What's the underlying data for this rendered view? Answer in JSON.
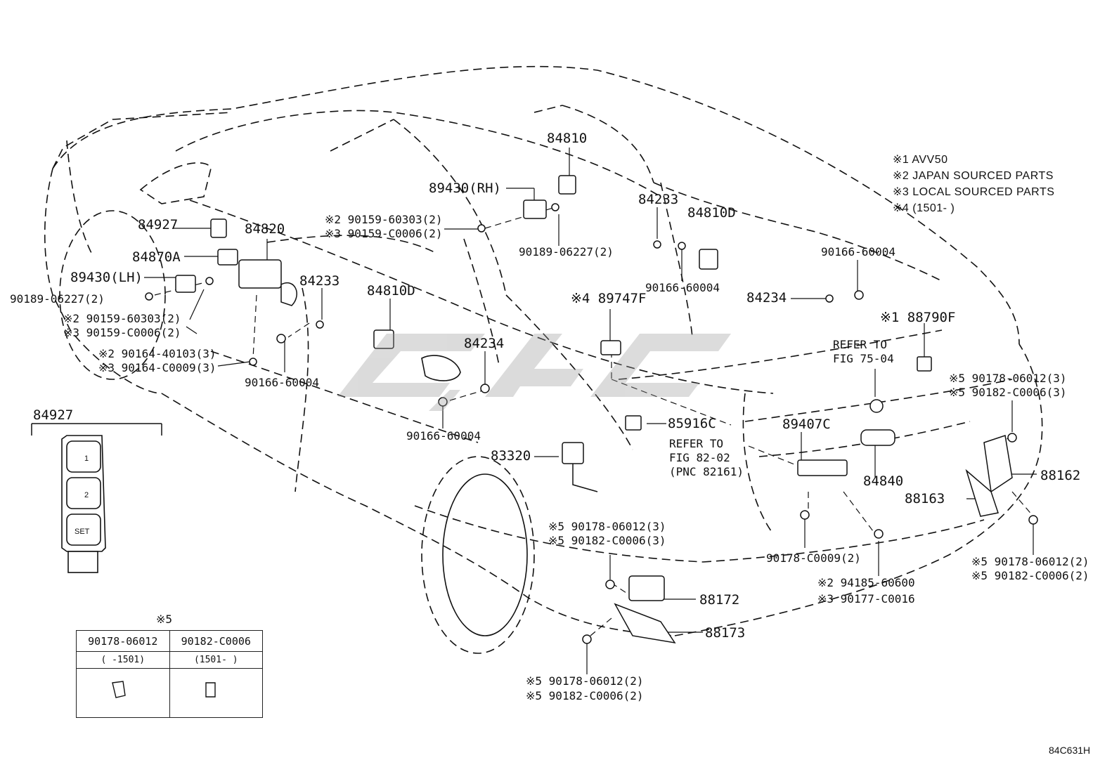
{
  "diagram_code": "84C631H",
  "notes": [
    "※1 AVV50",
    "※2 JAPAN SOURCED PARTS",
    "※3 LOCAL SOURCED PARTS",
    "※4 (1501-        )"
  ],
  "callouts": {
    "p84810": "84810",
    "p89430rh": "89430(RH)",
    "p84233a": "84233",
    "p84810d_r": "84810D",
    "p90159_60303_a": "※2 90159-60303(2)",
    "p90159_c0006_a": "※3 90159-C0006(2)",
    "p90189_06227_r": "90189-06227(2)",
    "p90166_60004_a": "90166-60004",
    "p90166_60004_b": "90166-60004",
    "p84234_r": "84234",
    "p89747f": "※4 89747F",
    "p88790f": "※1 88790F",
    "p84927": "84927",
    "p84820": "84820",
    "p84870a": "84870A",
    "p89430lh": "89430(LH)",
    "p90189_06227_l": "90189-06227(2)",
    "p90159_60303_b": "※2 90159-60303(2)",
    "p90159_c0006_b": "※3 90159-C0006(2)",
    "p84233b": "84233",
    "p84810d_l": "84810D",
    "p90164_40103": "※2 90164-40103(3)",
    "p90164_c0009": "※3 90164-C0009(3)",
    "p90166_60004_c": "90166-60004",
    "p84234_l": "84234",
    "p90166_60004_d": "90166-60004",
    "p85916c": "85916C",
    "refer1a": "REFER TO",
    "refer1b": "FIG 82-02",
    "refer1c": "(PNC 82161)",
    "p83320": "83320",
    "refer2a": "REFER TO",
    "refer2b": "FIG 75-04",
    "p89407c": "89407C",
    "p84840": "84840",
    "p90178_06012_r3": "※5 90178-06012(3)",
    "p90182_c0006_r3": "※5 90182-C0006(3)",
    "p88162": "88162",
    "p88163": "88163",
    "p90178_06012_f3": "※5 90178-06012(3)",
    "p90182_c0006_f3": "※5 90182-C0006(3)",
    "p90178_c0009": "90178-C0009(2)",
    "p94185_60600": "※2 94185-60600",
    "p90177_c0016": "※3 90177-C0016",
    "p90178_06012_r2": "※5 90178-06012(2)",
    "p90182_c0006_r2": "※5 90182-C0006(2)",
    "p88172": "88172",
    "p88173": "88173",
    "p90178_06012_b2": "※5 90178-06012(2)",
    "p90182_c0006_b2": "※5 90182-C0006(2)"
  },
  "inset_84927": {
    "title": "84927",
    "buttons": [
      "1",
      "2",
      "SET"
    ]
  },
  "table_note5": {
    "title": "※5",
    "col1_part": "90178-06012",
    "col2_part": "90182-C0006",
    "col1_range": "(      -1501)",
    "col2_range": "(1501-      )"
  }
}
